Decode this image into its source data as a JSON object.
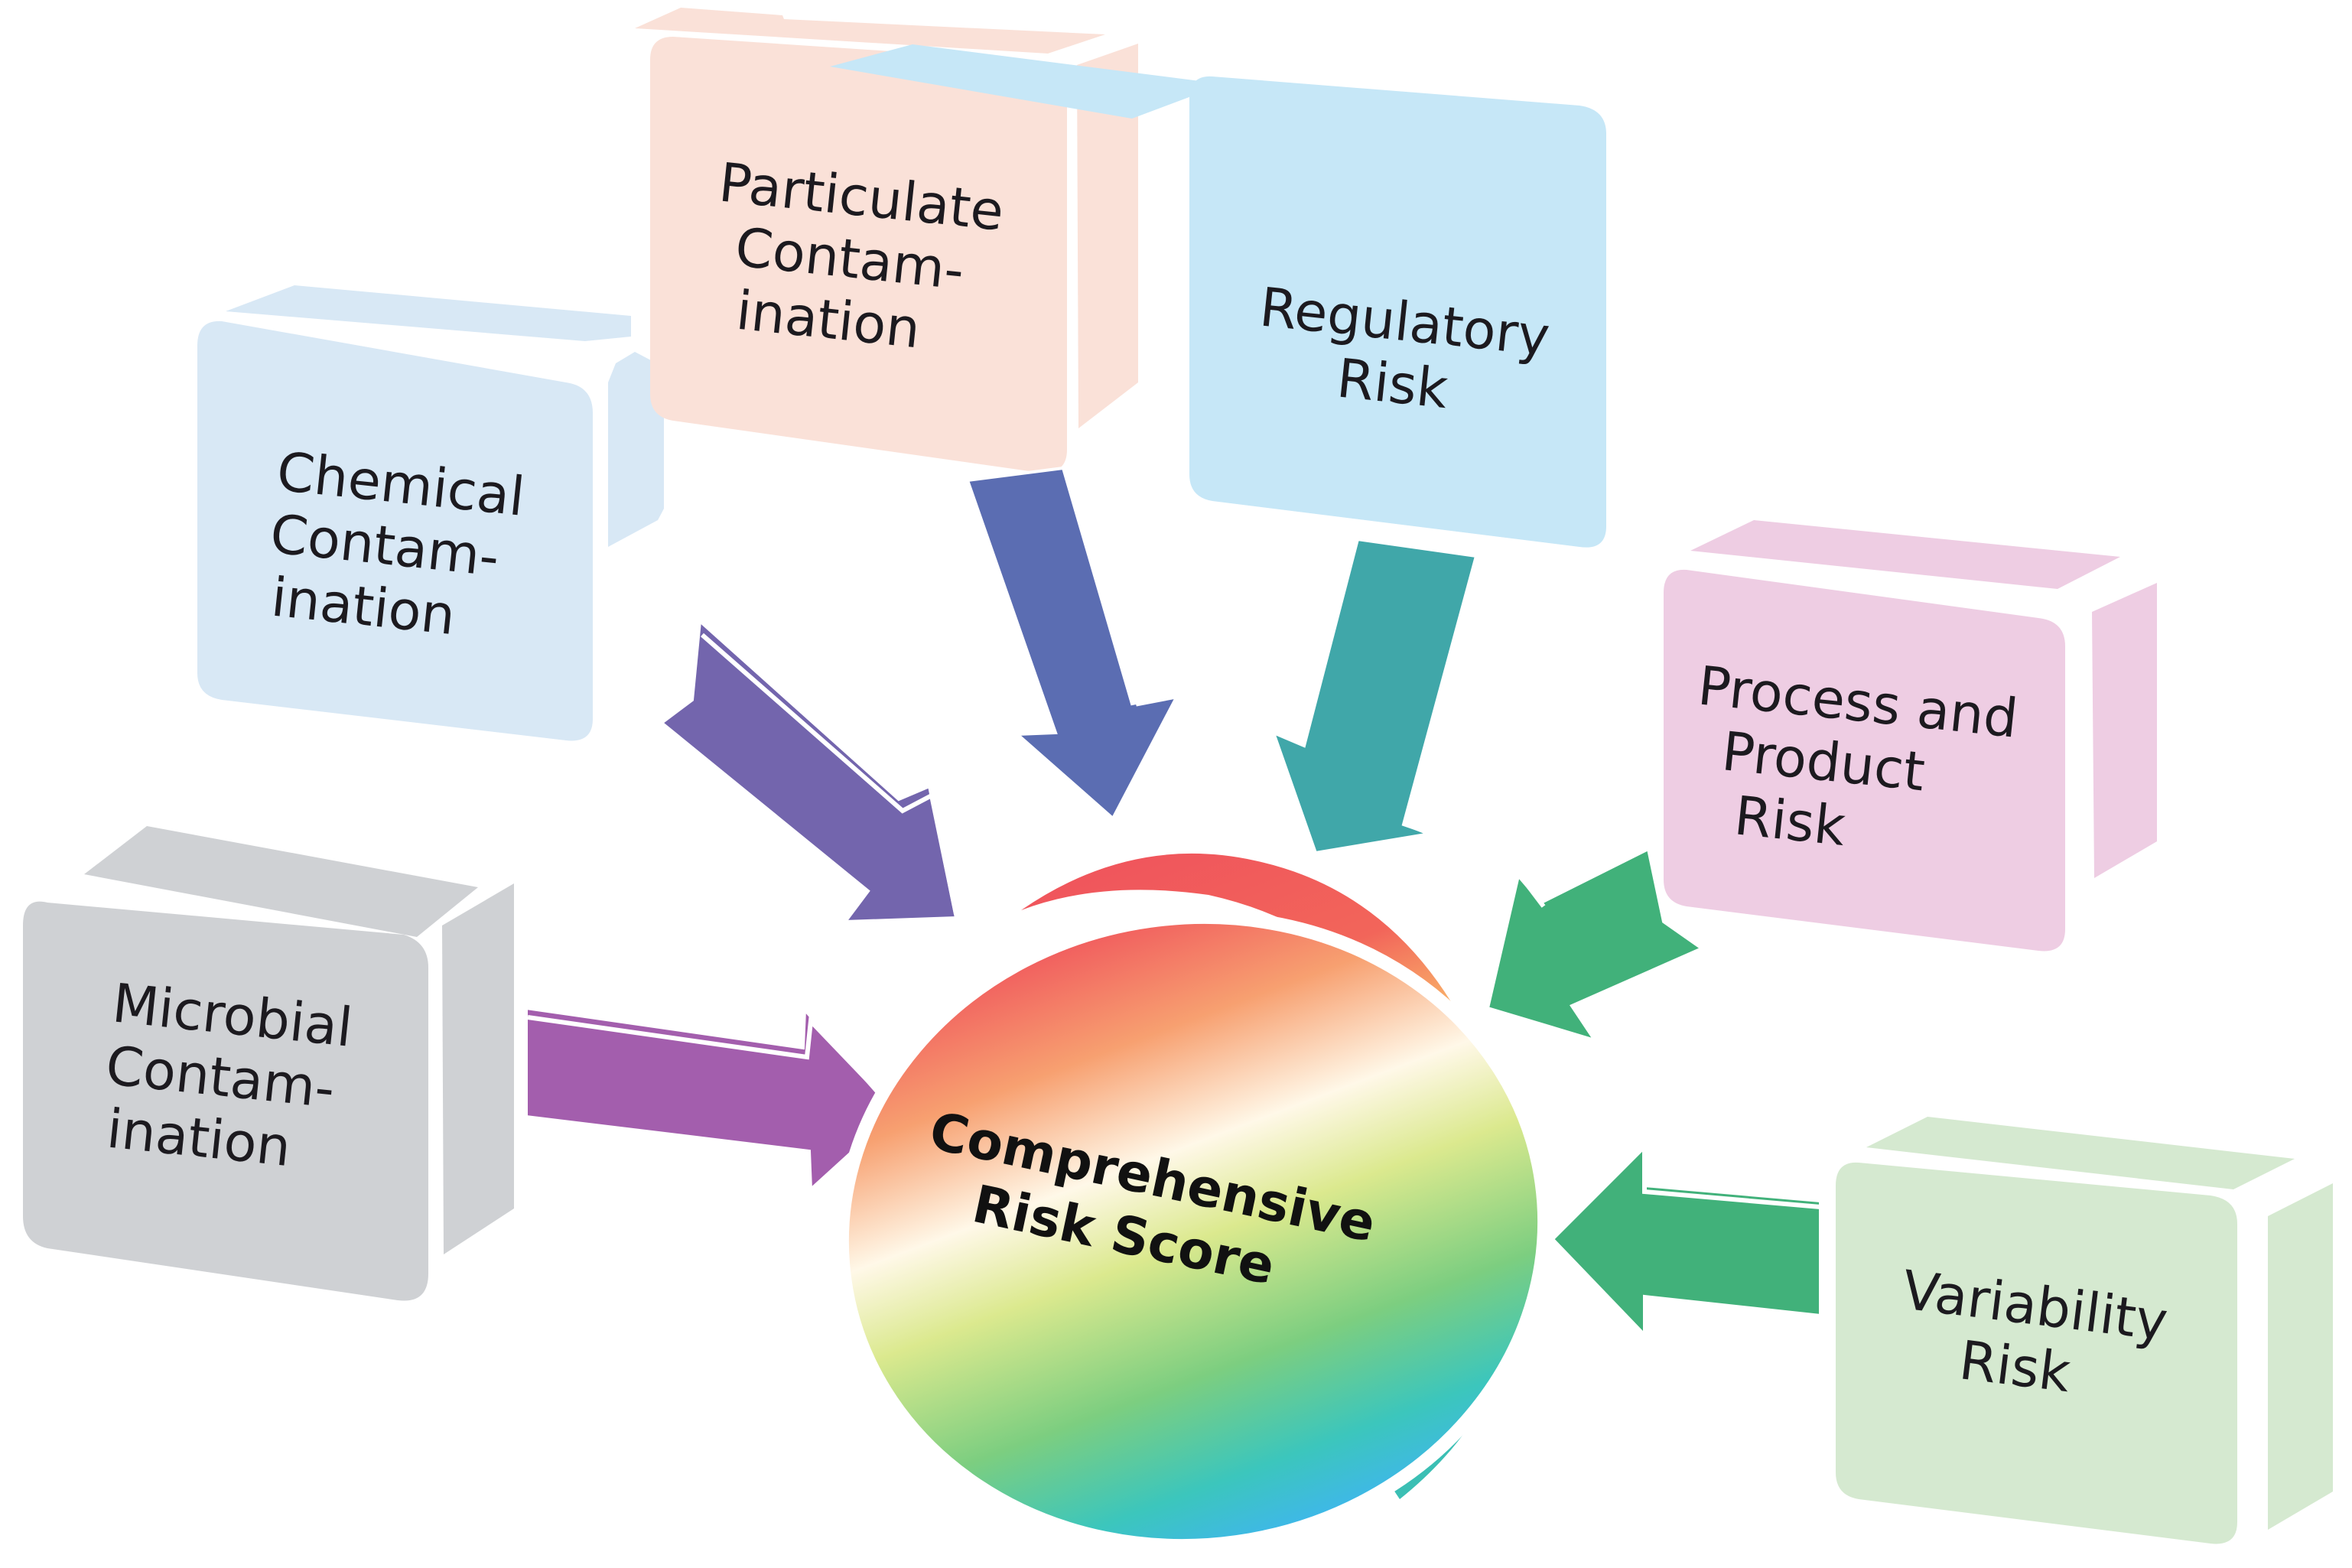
{
  "center": {
    "label_lines": [
      "Comprehensive",
      "Risk Score"
    ],
    "gradient_colors": [
      "#f0555c",
      "#f7a36f",
      "#fff7e6",
      "#c9e07a",
      "#5cc98a",
      "#3cc6c0",
      "#40b4ea"
    ]
  },
  "boxes": [
    {
      "id": "microbial",
      "label_lines": [
        "Microbial",
        "Contam-",
        "ination"
      ],
      "color": "#cfd1d4",
      "arrow_color": "#a35ead"
    },
    {
      "id": "chemical",
      "label_lines": [
        "Chemical",
        "Contam-",
        "ination"
      ],
      "color": "#d8e8f5",
      "arrow_color": "#7365ad"
    },
    {
      "id": "particulate",
      "label_lines": [
        "Particulate",
        "Contam-",
        "ination"
      ],
      "color": "#fae1d8",
      "arrow_color": "#5b6db2"
    },
    {
      "id": "regulatory",
      "label_lines": [
        "Regulatory",
        "Risk"
      ],
      "color": "#c6e7f7",
      "arrow_color": "#40a7a9"
    },
    {
      "id": "process-product",
      "label_lines": [
        "Process and",
        "Product",
        "Risk"
      ],
      "color": "#eecde3",
      "arrow_color": "#41b17a"
    },
    {
      "id": "variability",
      "label_lines": [
        "Variability",
        "Risk"
      ],
      "color": "#d5e9d0",
      "arrow_color": "#41b17a"
    }
  ]
}
